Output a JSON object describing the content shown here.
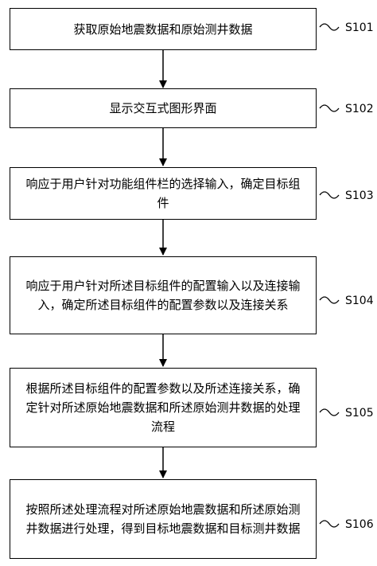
{
  "steps": [
    {
      "id": "S101",
      "text": "获取原始地震数据和原始测井数据"
    },
    {
      "id": "S102",
      "text": "显示交互式图形界面"
    },
    {
      "id": "S103",
      "text": "响应于用户针对功能组件栏的选择输入，确定目标组件"
    },
    {
      "id": "S104",
      "text": "响应于用户针对所述目标组件的配置输入以及连接输入，确定所述目标组件的配置参数以及连接关系"
    },
    {
      "id": "S105",
      "text": "根据所述目标组件的配置参数以及所述连接关系，确定针对所述原始地震数据和所述原始测井数据的处理流程"
    },
    {
      "id": "S106",
      "text": "按照所述处理流程对所述原始地震数据和所述原始测井数据进行处理，得到目标地震数据和目标测井数据"
    }
  ]
}
